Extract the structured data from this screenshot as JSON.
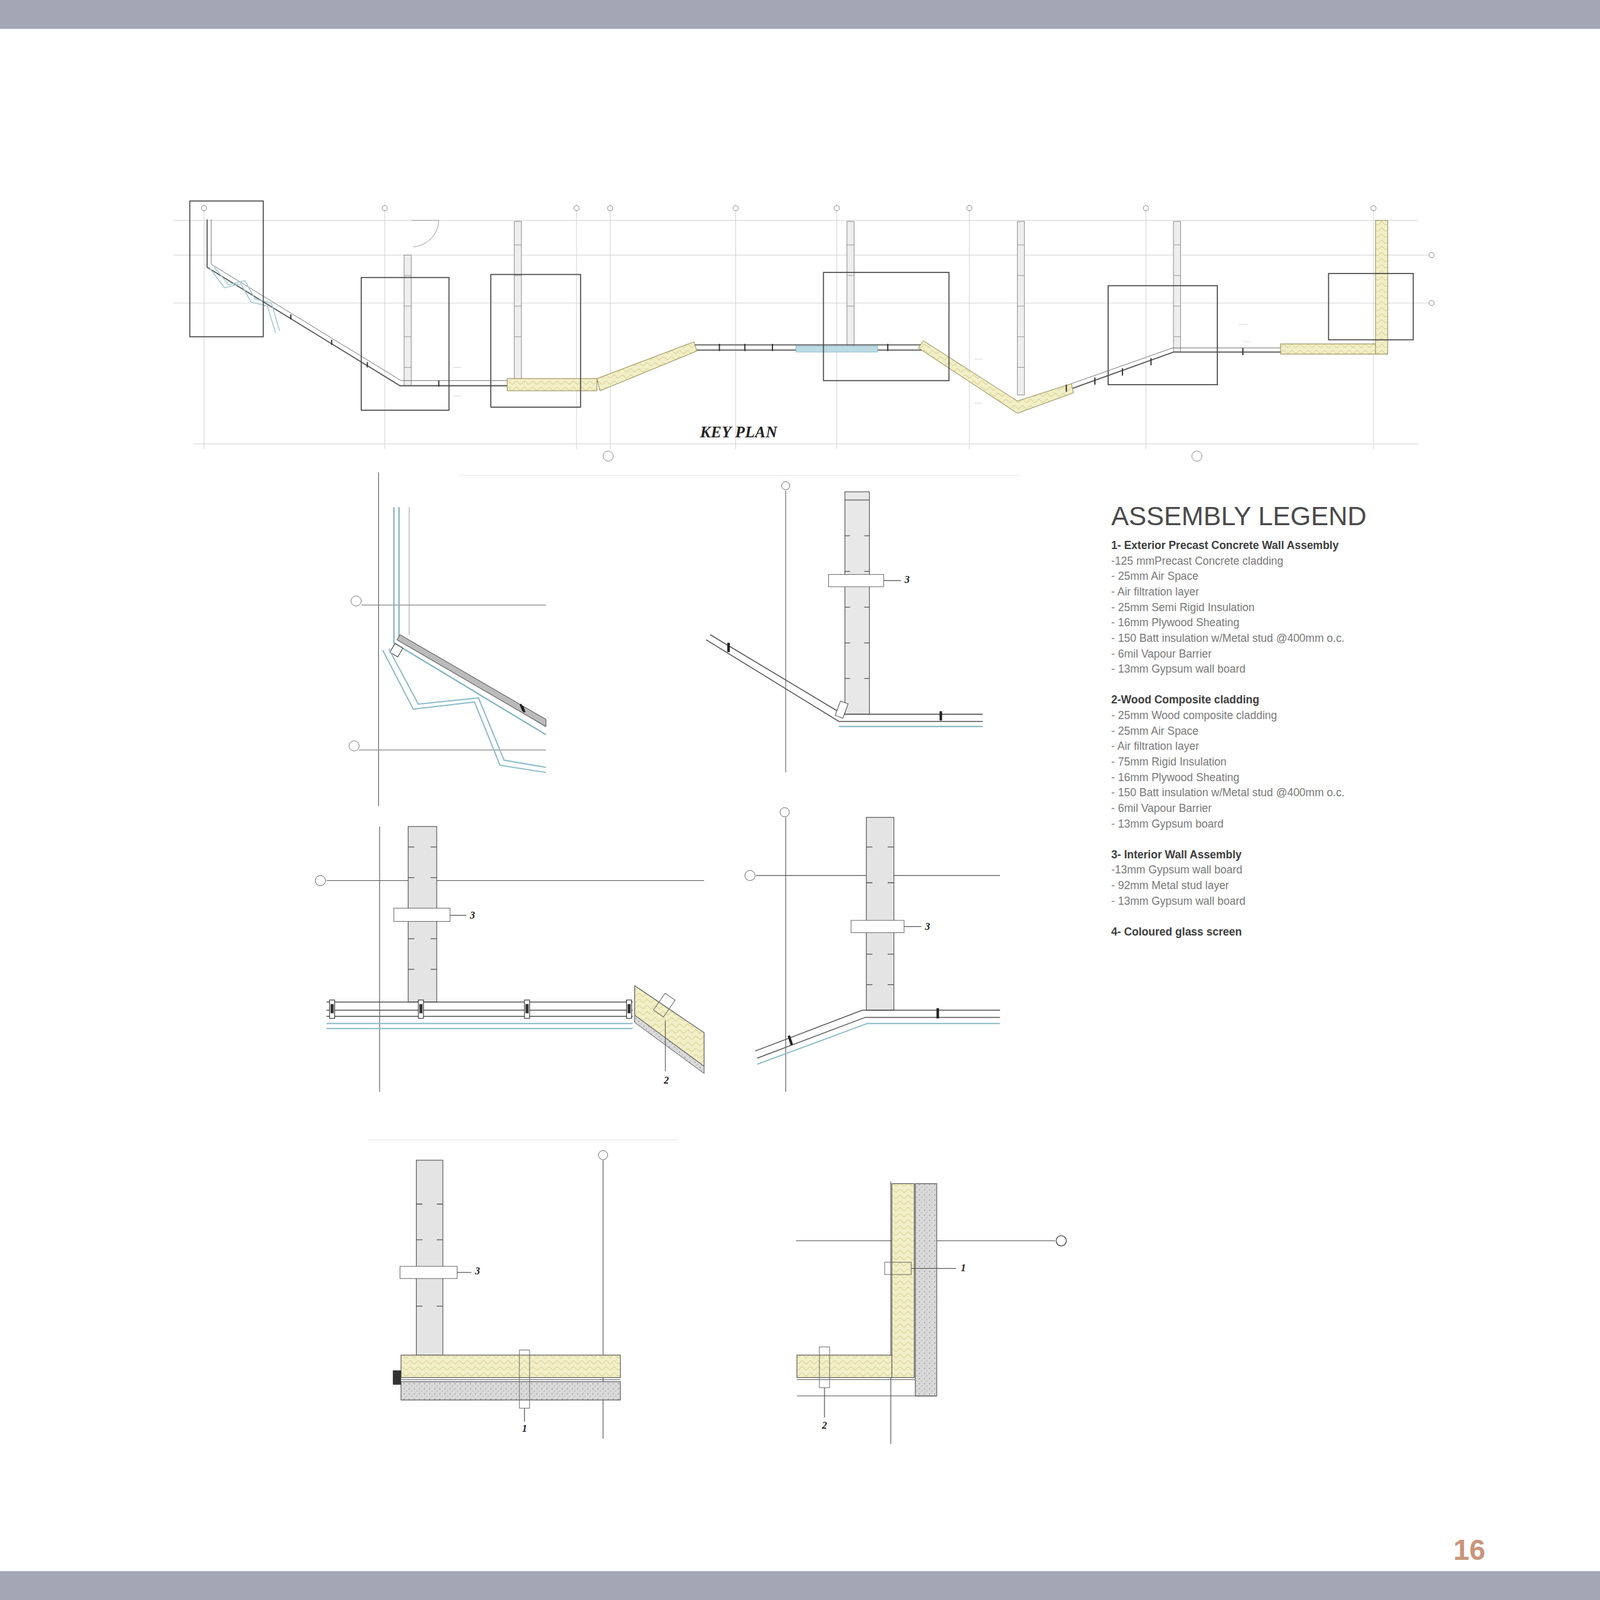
{
  "diagram": {
    "labels": [
      "KEY PLAN",
      "3",
      "3",
      "2",
      "3",
      "3",
      "1",
      "1",
      "2",
      "ASSEMBLY LEGEND",
      "16"
    ],
    "legend": [
      {
        "text": "1- Exterior Precast Concrete Wall Assembly"
      },
      {
        "text": "-125 mmPrecast Concrete cladding"
      },
      {
        "text": "- 25mm Air Space"
      },
      {
        "text": "- Air filtration layer"
      },
      {
        "text": "- 25mm Semi Rigid Insulation"
      },
      {
        "text": "- 16mm Plywood Sheating"
      },
      {
        "text": "- 150 Batt insulation w/Metal stud @400mm o.c."
      },
      {
        "text": "- 6mil Vapour Barrier"
      },
      {
        "text": "- 13mm Gypsum wall board"
      },
      {
        "text": "2-Wood Composite cladding"
      },
      {
        "text": "- 25mm Wood composite cladding"
      },
      {
        "text": "- 25mm Air Space"
      },
      {
        "text": "- Air filtration layer"
      },
      {
        "text": "- 75mm Rigid Insulation"
      },
      {
        "text": "- 16mm Plywood Sheating"
      },
      {
        "text": "- 150 Batt insulation w/Metal stud @400mm o.c."
      },
      {
        "text": "- 6mil Vapour Barrier"
      },
      {
        "text": "- 13mm Gypsum board"
      },
      {
        "text": "3- Interior Wall Assembly"
      },
      {
        "text": "-13mm Gypsum wall board"
      },
      {
        "text": "- 92mm Metal stud layer"
      },
      {
        "text": "- 13mm Gypsum wall board"
      },
      {
        "text": "4- Coloured glass screen"
      }
    ]
  }
}
